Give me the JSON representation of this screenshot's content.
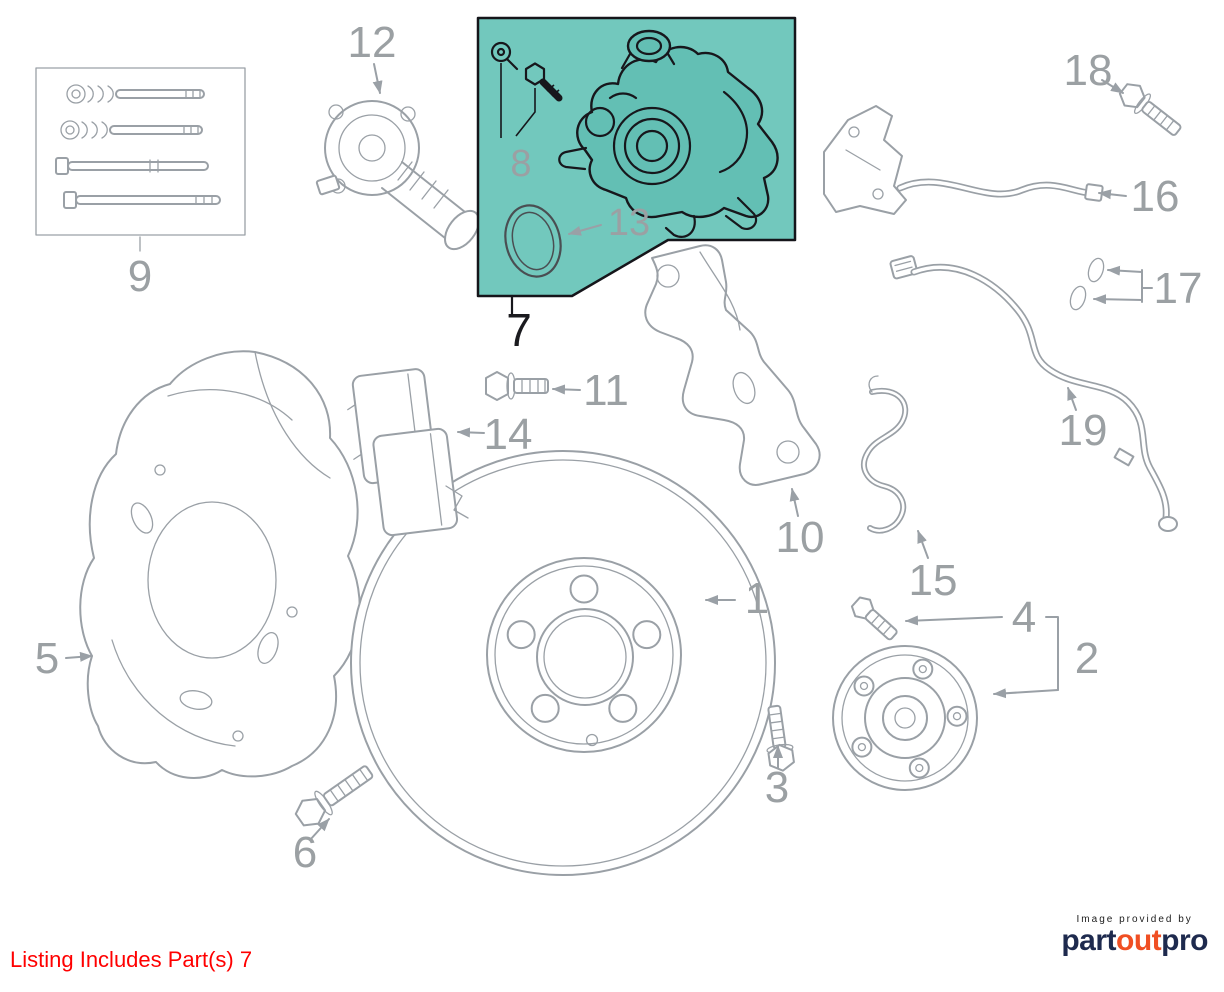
{
  "diagram": {
    "highlight_fill": "#72c8bd",
    "highlight_outline": "#15151a",
    "line_color": "#9aa0a6",
    "label_color": "#9ba0a3",
    "highlighted_part": "7",
    "labels": {
      "p1": "1",
      "p2": "2",
      "p3": "3",
      "p4": "4",
      "p5": "5",
      "p6": "6",
      "p7": "7",
      "p8": "8",
      "p9": "9",
      "p10": "10",
      "p11": "11",
      "p12": "12",
      "p13": "13",
      "p14": "14",
      "p15": "15",
      "p16": "16",
      "p17": "17",
      "p18": "18",
      "p19": "19"
    }
  },
  "footer": {
    "listing_text": "Listing Includes Part(s) 7",
    "listing_color": "#ff0000"
  },
  "provider": {
    "caption": "Image provided by",
    "brand": {
      "part": "part",
      "out": "out",
      "pro": "pro"
    },
    "navy": "#1e2a4e",
    "orange": "#f04f23"
  }
}
